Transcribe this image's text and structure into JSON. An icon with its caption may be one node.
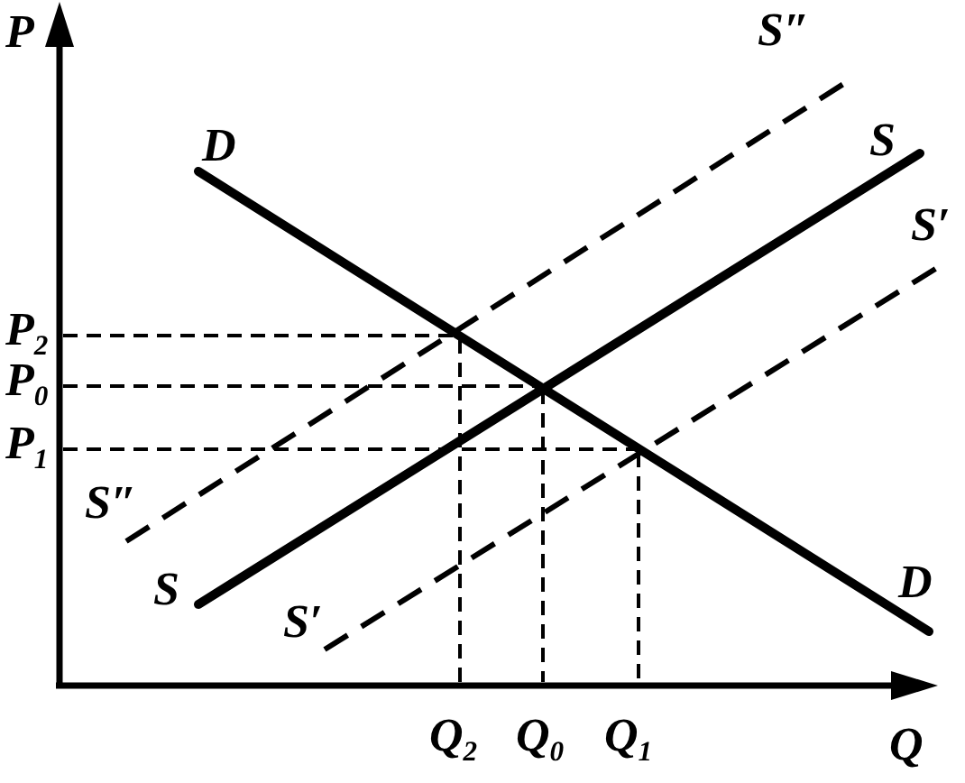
{
  "diagram": {
    "labels": [
      "P",
      "S″",
      "D",
      "S",
      "S′",
      "P$_{2}$",
      "P$_{0}$",
      "P$_{1}$",
      "S″",
      "S",
      "S′",
      "D",
      "Q$_{2}$",
      "Q$_{0}$",
      "Q$_{1}$",
      "Q"
    ]
  }
}
